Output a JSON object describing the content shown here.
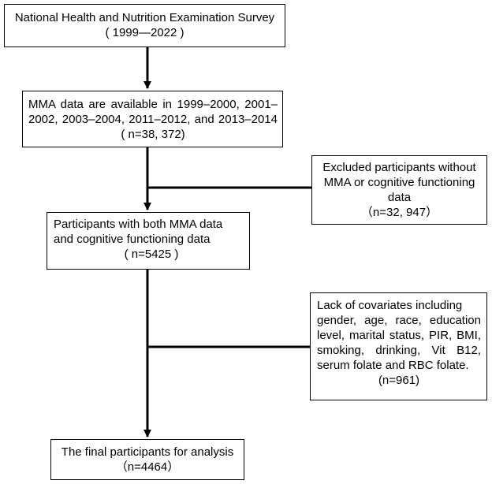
{
  "boxes": {
    "survey": {
      "lines": [
        "National Health and Nutrition Examination Survey",
        "( 1999—2022 )"
      ]
    },
    "mma_available": {
      "lines": [
        "MMA data are available in 1999–2000, 2001–",
        "2002, 2003–2004, 2011–2012, and 2013–2014",
        "( n=38, 372)"
      ]
    },
    "excluded_mma": {
      "lines": [
        "Excluded participants without",
        "MMA or cognitive functioning",
        "data",
        "（n=32, 947）"
      ]
    },
    "both_data": {
      "lines": [
        "Participants with both MMA data",
        "and cognitive functioning data",
        "( n=5425 )"
      ]
    },
    "lack_covariates": {
      "lines": [
        "Lack of covariates including",
        "gender, age, race, education",
        "level, marital status, PIR, BMI,",
        "smoking, drinking, Vit B12,",
        "serum folate and RBC folate.",
        "(n=961)"
      ]
    },
    "final": {
      "lines": [
        "The final participants for analysis",
        "（n=4464）"
      ]
    }
  }
}
